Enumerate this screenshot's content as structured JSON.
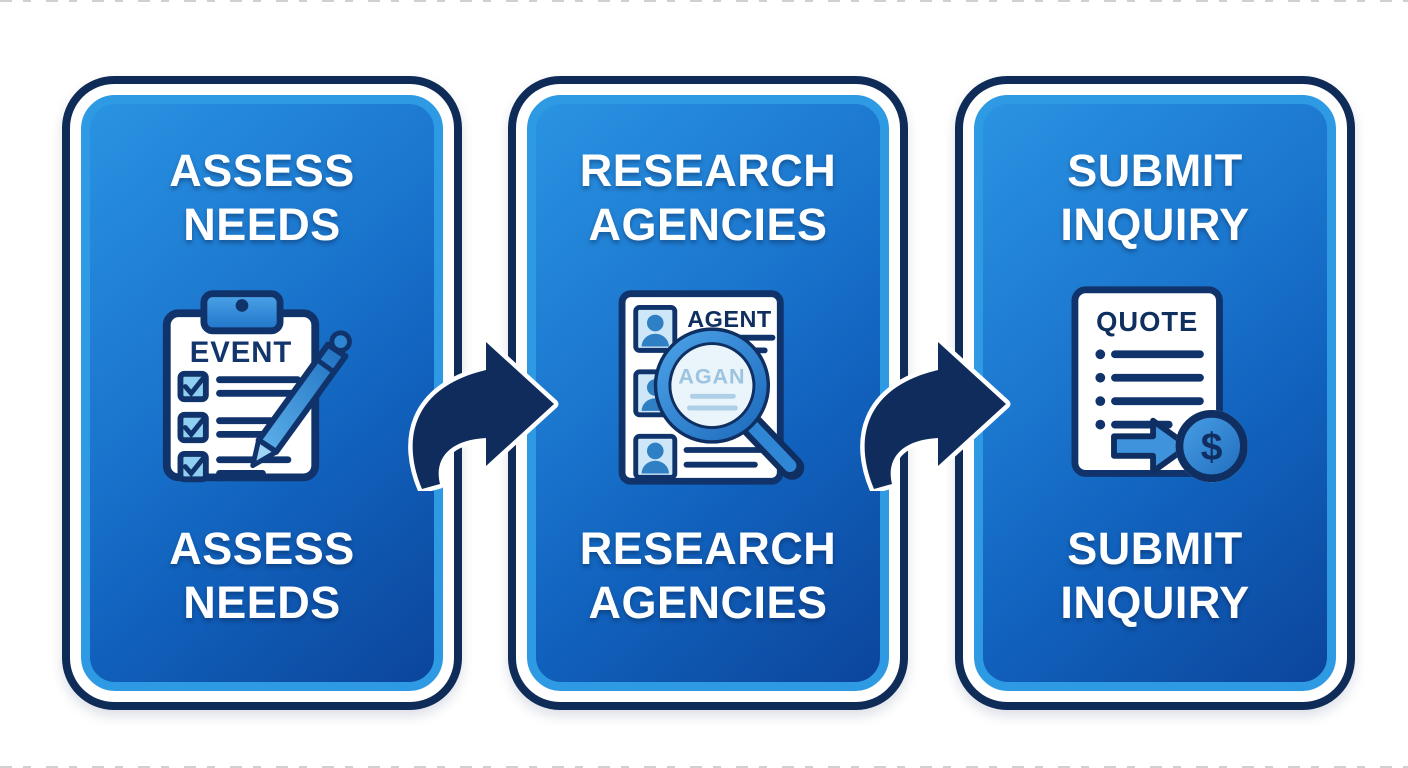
{
  "diagram": {
    "description": "Three-step process infographic",
    "panels": [
      {
        "id": "assess-needs",
        "title_lines": [
          "ASSESS",
          "NEEDS"
        ],
        "icon": "clipboard-checklist-pen-icon",
        "icon_labels": {
          "heading": "EVENT"
        }
      },
      {
        "id": "research-agencies",
        "title_lines": [
          "RESEARCH",
          "AGENCIES"
        ],
        "icon": "agent-list-magnifier-icon",
        "icon_labels": {
          "heading": "AGENT",
          "magnified": "AGAN"
        }
      },
      {
        "id": "submit-inquiry",
        "title_lines": [
          "SUBMIT",
          "INQUIRY"
        ],
        "icon": "quote-document-dollar-icon",
        "icon_labels": {
          "heading": "QUOTE",
          "currency": "$"
        }
      }
    ],
    "connectors": [
      {
        "from": "assess-needs",
        "to": "research-agencies",
        "shape": "curved-arrow-right"
      },
      {
        "from": "research-agencies",
        "to": "submit-inquiry",
        "shape": "curved-arrow-right"
      }
    ],
    "colors": {
      "navy": "#0f2b58",
      "panel_border_blue": "#2e9ae4",
      "panel_gradient_top": "#2a93e2",
      "panel_gradient_bottom": "#0c459c",
      "white": "#ffffff",
      "icon_light_blue": "#cde7f8",
      "icon_mid_blue": "#2f86d4",
      "pale_text_blue": "#9cc3e0"
    }
  }
}
